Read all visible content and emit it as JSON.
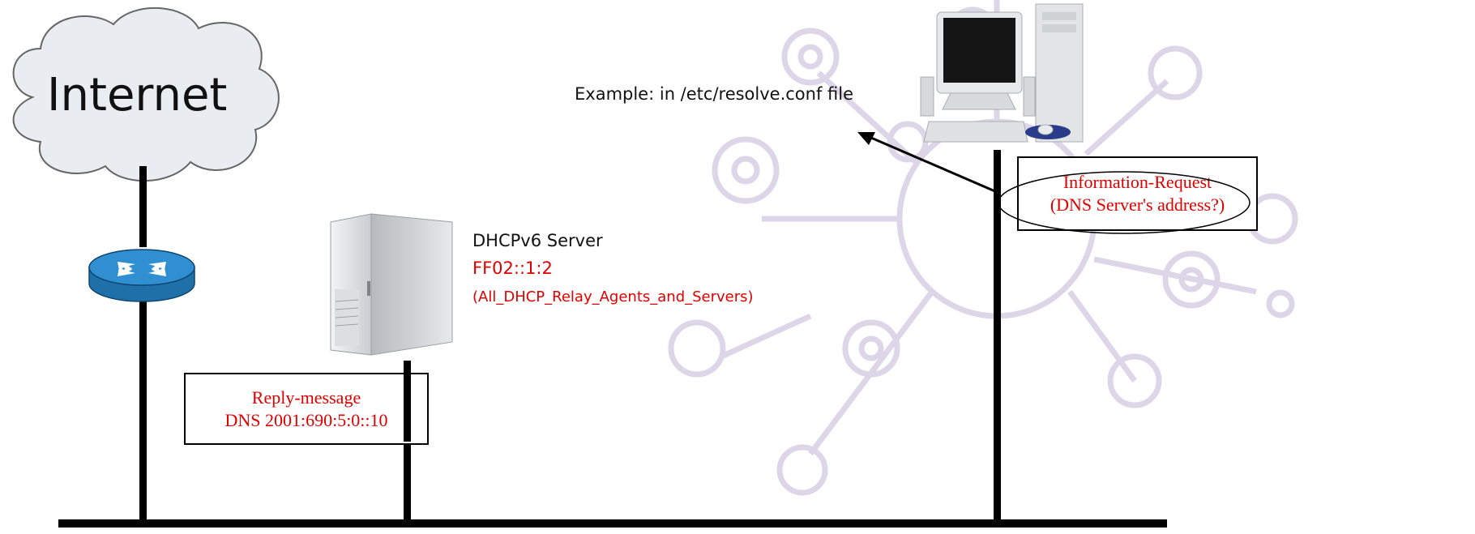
{
  "cloud": {
    "label": "Internet"
  },
  "router": {
    "icon": "router-icon"
  },
  "server": {
    "icon": "server-tower-icon",
    "title": "DHCPv6 Server",
    "multicast_address": "FF02::1:2",
    "multicast_name": "(All_DHCP_Relay_Agents_and_Servers)"
  },
  "client": {
    "icon": "desktop-computer-icon",
    "note": "Example: in /etc/resolve.conf file"
  },
  "request_box": {
    "line1": "Information-Request",
    "line2": "(DNS Server's address?)"
  },
  "reply_box": {
    "line1": "Reply-message",
    "line2": "DNS 2001:690:5:0::10"
  },
  "colors": {
    "accent_red": "#e00000",
    "router_blue": "#2f8fd0",
    "cloud_fill": "#e9edf1"
  }
}
